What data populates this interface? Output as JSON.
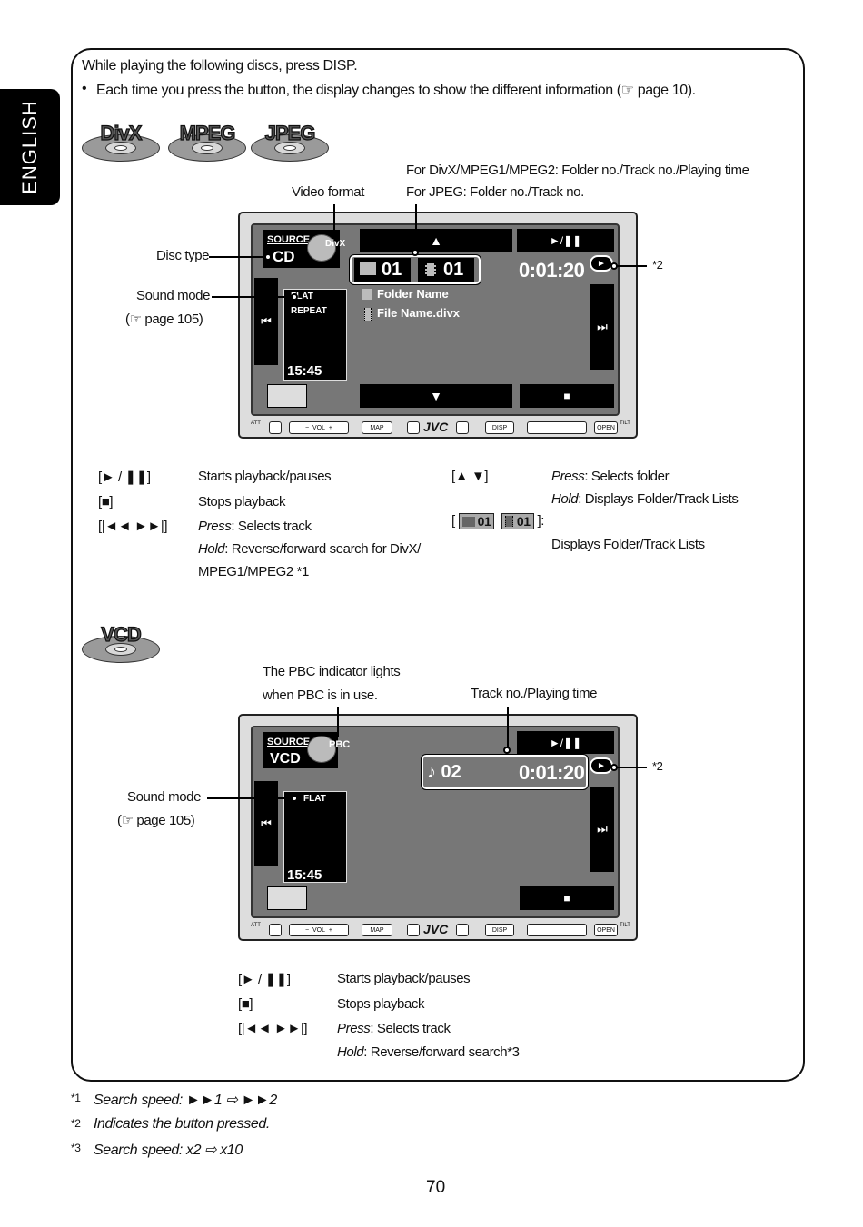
{
  "side_tab": "ENGLISH",
  "intro": {
    "line1": "While playing the following discs, press DISP.",
    "bullet": "•",
    "line2": "Each time you press the button, the display changes to show the different information (☞ page 10)."
  },
  "discs_top": [
    "DivX",
    "MPEG",
    "JPEG"
  ],
  "disc_bottom": "VCD",
  "screen1_labels": {
    "video_format": "Video format",
    "folder_info_1": "For DivX/MPEG1/MPEG2: Folder no./Track no./Playing time",
    "folder_info_2": "For JPEG: Folder no./Track no.",
    "disc_type": "Disc type",
    "sound_mode": "Sound mode",
    "sound_mode_ref": "(☞ page 105)",
    "note2": "*2"
  },
  "screen1": {
    "source": "SOURCE",
    "disc": "CD",
    "badge": "DivX",
    "folder": "01",
    "track": "01",
    "time": "0:01:20",
    "sound": "FLAT",
    "repeat": "REPEAT",
    "folder_name": "Folder Name",
    "file_name": "File Name.divx",
    "clock": "15:45",
    "up": "▲",
    "down": "▼",
    "playpause": "►/❚❚",
    "stop": "■",
    "prev": "⏮",
    "next": "⏭",
    "play_icon": "►"
  },
  "hw_buttons": {
    "att": "ATT",
    "vol": "VOL",
    "minus": "−",
    "plus": "+",
    "map": "MAP",
    "brand": "JVC",
    "disp": "DISP",
    "open": "OPEN",
    "tilt": "TILT"
  },
  "legend1_left": [
    {
      "key": "[► / ❚❚]",
      "desc": "Starts playback/pauses"
    },
    {
      "key": "[■]",
      "desc": "Stops playback"
    },
    {
      "key": "[|◄◄ ►►|]",
      "desc_em": "Press",
      "desc": ": Selects track"
    }
  ],
  "legend1_hold": {
    "em": "Hold",
    "text": ": Reverse/forward search for DivX/",
    "line2": "MPEG1/MPEG2 *1"
  },
  "legend1_right": {
    "key1": "[▲ ▼]",
    "press_em": "Press",
    "press_text": ": Selects folder",
    "hold_em": "Hold",
    "hold_text": ": Displays Folder/Track Lists",
    "bracket_open": "[",
    "folder_no": "01",
    "track_no": "01",
    "bracket_close": "]:",
    "lists_text": "Displays Folder/Track Lists"
  },
  "screen2_labels": {
    "pbc_1": "The PBC indicator lights",
    "pbc_2": "when PBC is in use.",
    "track_time": "Track no./Playing time",
    "sound_mode": "Sound mode",
    "sound_mode_ref": "(☞ page 105)",
    "note2": "*2"
  },
  "screen2": {
    "source": "SOURCE",
    "disc": "VCD",
    "badge": "PBC",
    "track": "♪ 02",
    "time": "0:01:20",
    "sound": "FLAT",
    "clock": "15:45",
    "playpause": "►/❚❚",
    "stop": "■",
    "prev": "⏮",
    "next": "⏭"
  },
  "legend2": [
    {
      "key": "[► / ❚❚]",
      "desc": "Starts playback/pauses"
    },
    {
      "key": "[■]",
      "desc": "Stops playback"
    },
    {
      "key": "[|◄◄ ►►|]",
      "desc_em": "Press",
      "desc": ": Selects track"
    }
  ],
  "legend2_hold": {
    "em": "Hold",
    "text": ": Reverse/forward search*3"
  },
  "footnotes": [
    {
      "mark": "*1",
      "text": "Search speed: ►►1 ⇨ ►►2"
    },
    {
      "mark": "*2",
      "text": "Indicates the button pressed."
    },
    {
      "mark": "*3",
      "text": "Search speed: x2 ⇨ x10"
    }
  ],
  "page_number": "70"
}
